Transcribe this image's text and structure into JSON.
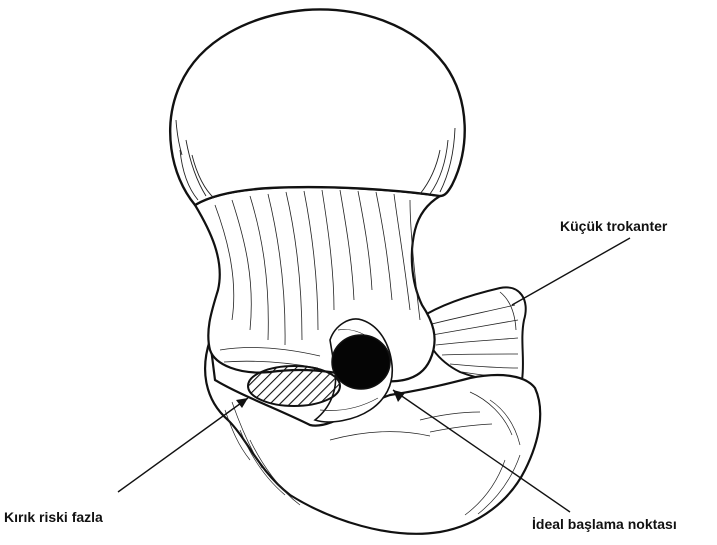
{
  "labels": {
    "lesser_trochanter": "Küçük trokanter",
    "fracture_risk": "Kırık riski fazla",
    "ideal_start": "İdeal başlama noktası"
  },
  "colors": {
    "ink": "#111111",
    "background": "#ffffff"
  }
}
